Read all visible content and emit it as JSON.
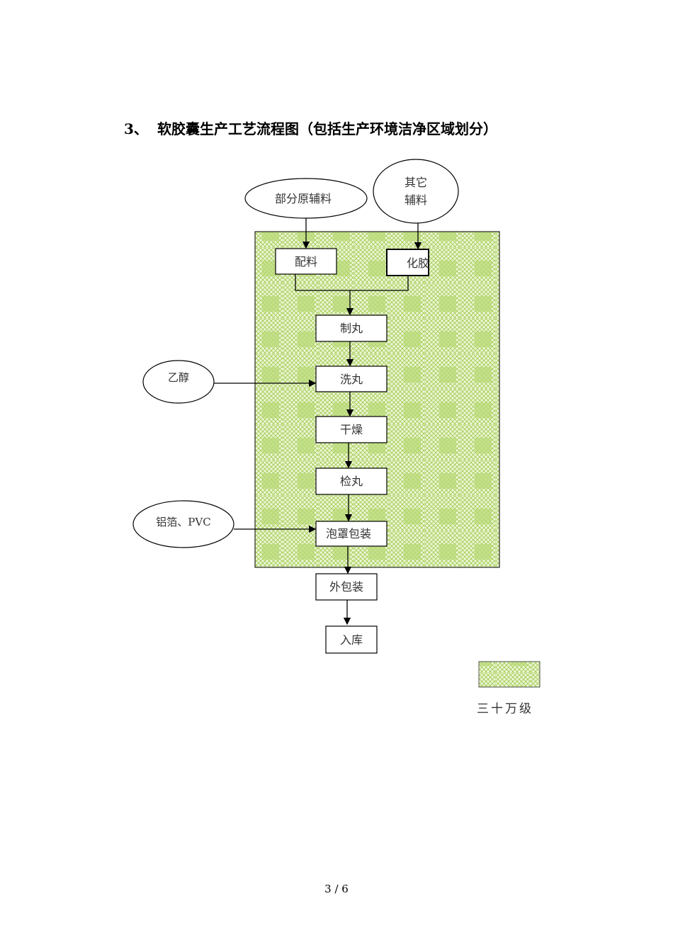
{
  "heading": {
    "number": "3、",
    "text": "软胶囊生产工艺流程图（包括生产环境洁净区域划分）"
  },
  "inputs": {
    "partial_materials": "部分原辅料",
    "other_materials_line1": "其它",
    "other_materials_line2": "辅料",
    "ethanol": "乙醇",
    "foil_pvc": "铝箔、PVC"
  },
  "steps": {
    "batching": "配料",
    "gelatin": "化胶",
    "pelleting": "制丸",
    "washing": "洗丸",
    "drying": "干燥",
    "inspection": "检丸",
    "blister": "泡罩包装",
    "outer_pack": "外包装",
    "warehouse": "入库"
  },
  "legend": {
    "label": "三十万级"
  },
  "colors": {
    "clean_zone": "#c8e48a",
    "clean_zone_dark": "#9cc64a"
  },
  "page_number": "3 / 6"
}
